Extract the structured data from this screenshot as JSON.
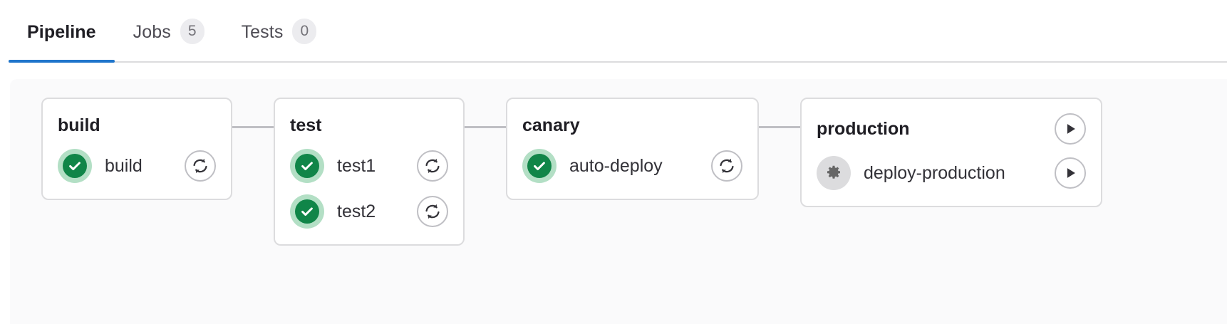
{
  "tabs": [
    {
      "label": "Pipeline",
      "badge": null,
      "active": true,
      "name": "tab-pipeline"
    },
    {
      "label": "Jobs",
      "badge": "5",
      "active": false,
      "name": "tab-jobs"
    },
    {
      "label": "Tests",
      "badge": "0",
      "active": false,
      "name": "tab-tests"
    }
  ],
  "colors": {
    "accent": "#1f75cb",
    "success": "#108548",
    "success_halo": "#b3dfc5",
    "manual": "#dcdcde",
    "manual_glyph": "#666666",
    "border": "#dcdcde",
    "connector": "#bfbfc4",
    "panel_bg": "#fafafb",
    "badge_bg": "#ececef"
  },
  "pipeline": {
    "stages": [
      {
        "name": "build",
        "title": "build",
        "header_action": null,
        "jobs": [
          {
            "name": "build",
            "status": "success",
            "status_icon": "check-circle-icon",
            "action": "retry",
            "action_icon": "retry-icon"
          }
        ]
      },
      {
        "name": "test",
        "title": "test",
        "header_action": null,
        "jobs": [
          {
            "name": "test1",
            "status": "success",
            "status_icon": "check-circle-icon",
            "action": "retry",
            "action_icon": "retry-icon"
          },
          {
            "name": "test2",
            "status": "success",
            "status_icon": "check-circle-icon",
            "action": "retry",
            "action_icon": "retry-icon"
          }
        ]
      },
      {
        "name": "canary",
        "title": "canary",
        "header_action": null,
        "jobs": [
          {
            "name": "auto-deploy",
            "status": "success",
            "status_icon": "check-circle-icon",
            "action": "retry",
            "action_icon": "retry-icon"
          }
        ]
      },
      {
        "name": "production",
        "title": "production",
        "header_action": {
          "action": "play",
          "action_icon": "play-icon"
        },
        "jobs": [
          {
            "name": "deploy-production",
            "status": "manual",
            "status_icon": "gear-icon",
            "action": "play",
            "action_icon": "play-icon"
          }
        ]
      }
    ]
  }
}
